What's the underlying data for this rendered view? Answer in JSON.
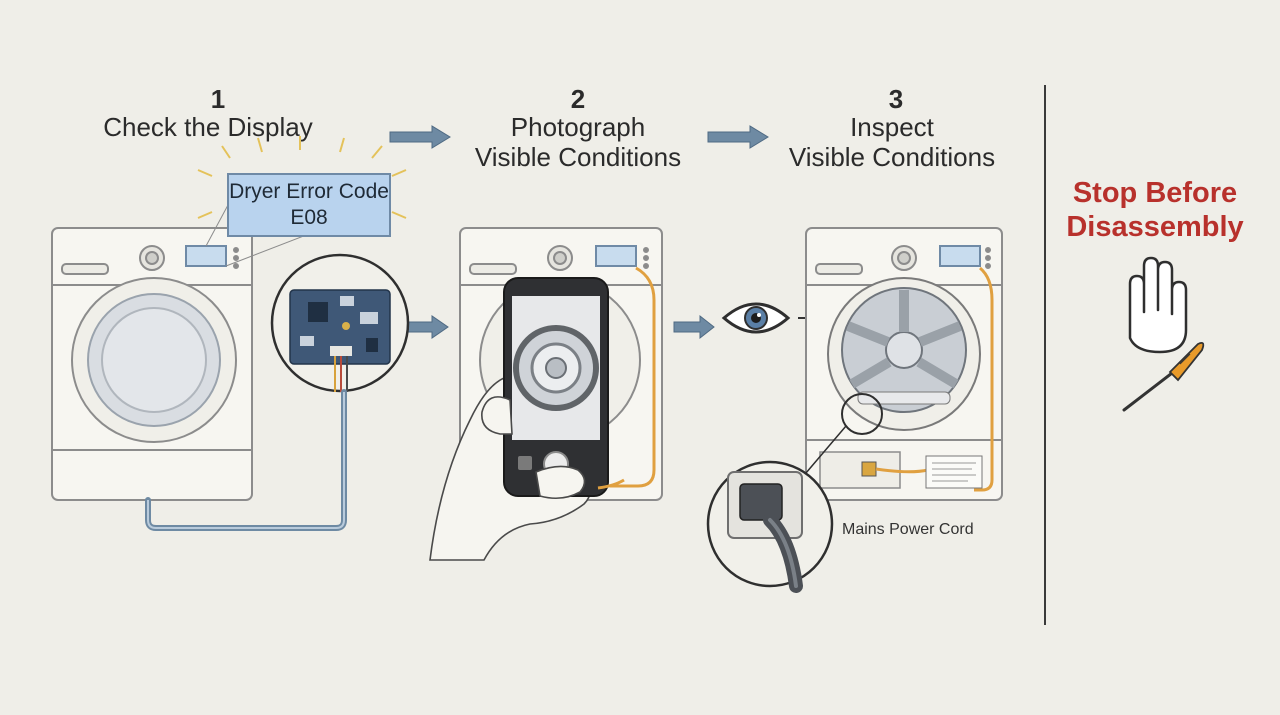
{
  "steps": [
    {
      "number": "1",
      "title_line1": "Check the Display",
      "title_line2": ""
    },
    {
      "number": "2",
      "title_line1": "Photograph",
      "title_line2": "Visible Conditions"
    },
    {
      "number": "3",
      "title_line1": "Inspect",
      "title_line2": "Visible Conditions"
    }
  ],
  "display_callout": {
    "line1": "Dryer Error Code",
    "line2": "E08"
  },
  "power_cord_label": "Mains Power Cord",
  "stop": {
    "line1": "Stop Before",
    "line2": "Disassembly"
  },
  "colors": {
    "background": "#efeee8",
    "stop_red": "#b8312c",
    "arrow_blue": "#6e8aa3",
    "wire_orange": "#e0a040",
    "display_blue": "#b9d3ee"
  }
}
